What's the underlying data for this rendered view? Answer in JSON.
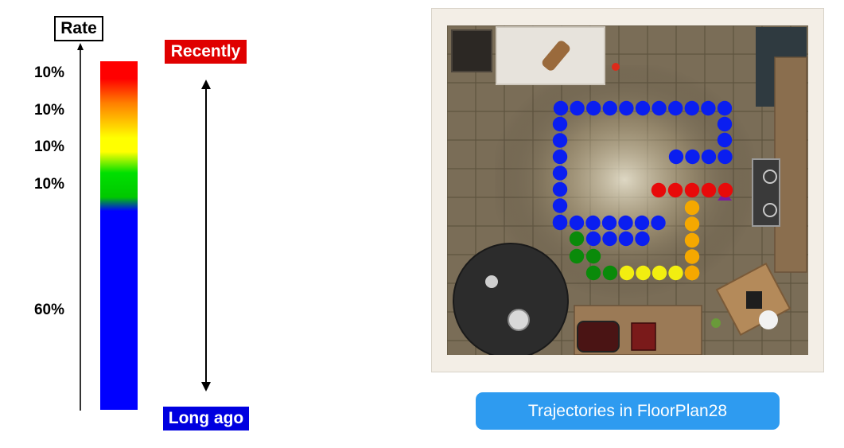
{
  "legend": {
    "rate_label": "Rate",
    "percent_labels": [
      "10%",
      "10%",
      "10%",
      "10%",
      "60%"
    ],
    "recent_label": "Recently",
    "long_ago_label": "Long ago"
  },
  "colors": {
    "recent": "#e00000",
    "long_ago": "#0000e0",
    "trajectory_blue": "#0a1ef0",
    "trajectory_green": "#0a8a0a",
    "trajectory_yellow": "#f2ee10",
    "trajectory_orange": "#f5a800",
    "trajectory_red": "#e80a0a",
    "agent_marker": "#7a1aa0",
    "caption_bg": "#2e9bf0"
  },
  "caption": "Trajectories in FloorPlan28"
}
